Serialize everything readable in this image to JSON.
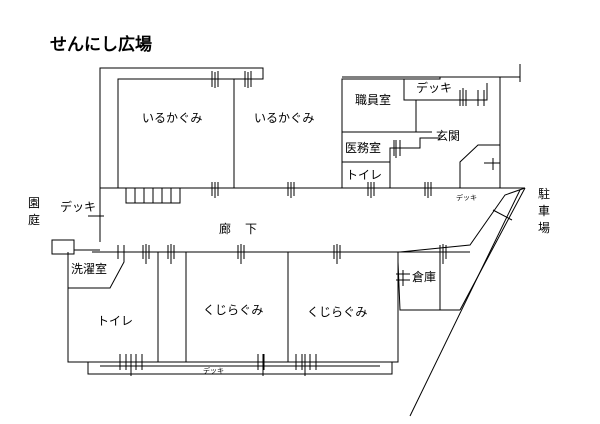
{
  "title": "せんにし広場",
  "rooms": {
    "iruka1": "いるかぐみ",
    "iruka2": "いるかぐみ",
    "staff": "職員室",
    "deck_top": "デッキ",
    "medical": "医務室",
    "entrance": "玄関",
    "toilet_top": "トイレ",
    "deck_left": "デッキ",
    "deck_right_small": "デッキ",
    "hallway_left": "廊",
    "hallway_right": "下",
    "laundry": "洗濯室",
    "toilet_bottom": "トイレ",
    "kujira1": "くじらぐみ",
    "kujira2": "くじらぐみ",
    "storage": "倉庫",
    "deck_bottom": "デッキ"
  },
  "outside": {
    "garden_1": "園",
    "garden_2": "庭",
    "parking_1": "駐",
    "parking_2": "車",
    "parking_3": "場"
  }
}
